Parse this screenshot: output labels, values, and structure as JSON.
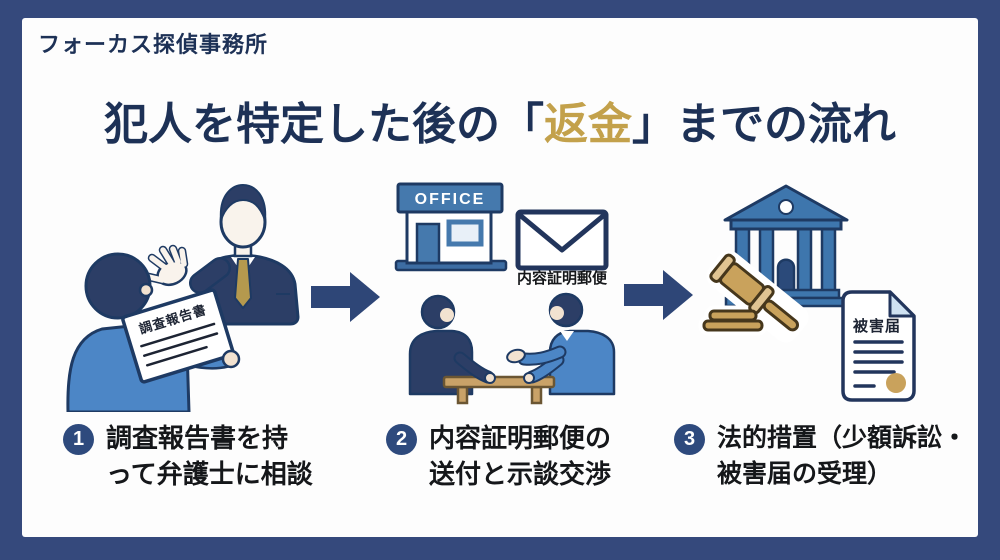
{
  "colors": {
    "frame_navy": "#35497c",
    "title_navy": "#1d3156",
    "accent_gold": "#c3a14b",
    "step_circle_navy": "#2e4a7d",
    "arrow_navy": "#2e4677",
    "illustration_light_blue": "#4c86c6",
    "illustration_dark_navy": "#2c3e66",
    "illustration_steel_blue": "#4579ad",
    "illustration_tan": "#c9a25c"
  },
  "header": {
    "brand": "フォーカス探偵事務所"
  },
  "title": {
    "prefix": "犯人を特定した後の「",
    "highlight": "返金",
    "suffix": "」までの流れ"
  },
  "steps": [
    {
      "number": "1",
      "caption_line1": "調査報告書を持",
      "caption_line2": "って弁護士に相談",
      "art": {
        "document_label": "調査報告書"
      }
    },
    {
      "number": "2",
      "caption_line1": "内容証明郵便の",
      "caption_line2": "送付と示談交渉",
      "art": {
        "sign_label": "OFFICE",
        "mail_label": "内容証明郵便"
      }
    },
    {
      "number": "3",
      "caption_line1": "法的措置（少額訴訟・",
      "caption_line2": "被害届の受理）",
      "art": {
        "document_label": "被害届"
      }
    }
  ]
}
